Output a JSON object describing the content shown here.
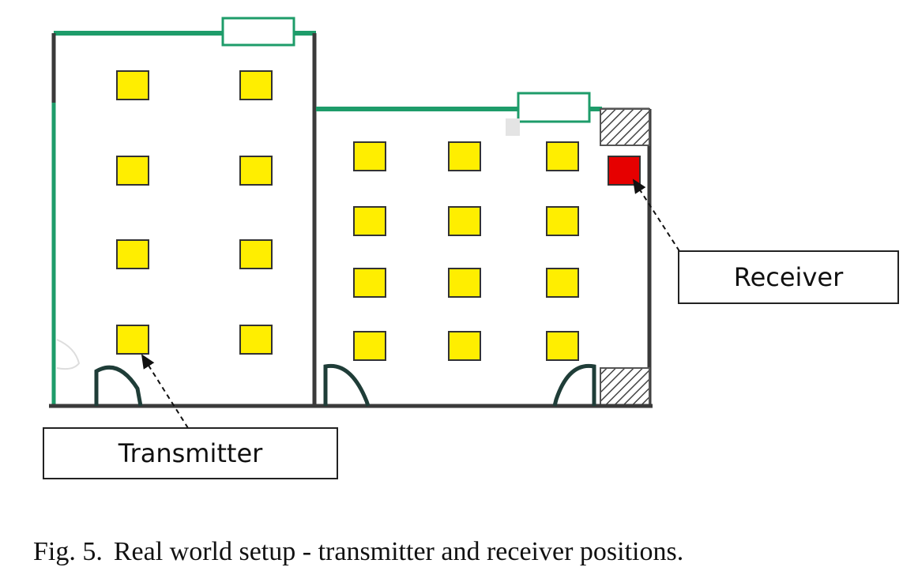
{
  "labels": {
    "transmitter": "Transmitter",
    "receiver": "Receiver"
  },
  "caption": {
    "number": "Fig. 5.",
    "text": "Real world setup - transmitter and receiver positions."
  },
  "colors": {
    "window_wall": "#1e9c6a",
    "wall": "#3a3a3a",
    "table_fill": "#ffee00",
    "table_stroke": "#333333",
    "receiver_fill": "#e60000",
    "door": "#1f3d38"
  }
}
